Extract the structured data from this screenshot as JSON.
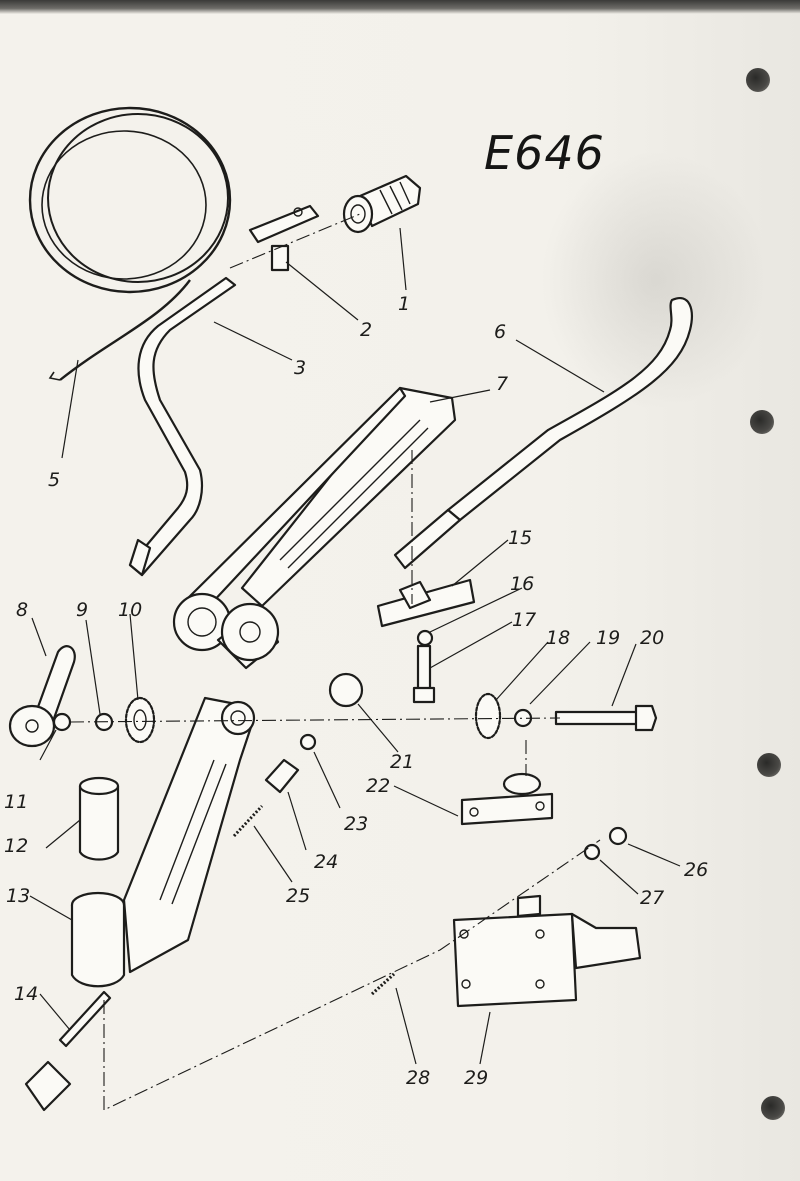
{
  "drawing_code": "E646",
  "callouts": [
    {
      "id": "1",
      "label": "1"
    },
    {
      "id": "2",
      "label": "2"
    },
    {
      "id": "3",
      "label": "3"
    },
    {
      "id": "5",
      "label": "5"
    },
    {
      "id": "6",
      "label": "6"
    },
    {
      "id": "7",
      "label": "7"
    },
    {
      "id": "8",
      "label": "8"
    },
    {
      "id": "9",
      "label": "9"
    },
    {
      "id": "10",
      "label": "10"
    },
    {
      "id": "11",
      "label": "11"
    },
    {
      "id": "12",
      "label": "12"
    },
    {
      "id": "13",
      "label": "13"
    },
    {
      "id": "14",
      "label": "14"
    },
    {
      "id": "15",
      "label": "15"
    },
    {
      "id": "16",
      "label": "16"
    },
    {
      "id": "17",
      "label": "17"
    },
    {
      "id": "18",
      "label": "18"
    },
    {
      "id": "19",
      "label": "19"
    },
    {
      "id": "20",
      "label": "20"
    },
    {
      "id": "21",
      "label": "21"
    },
    {
      "id": "22",
      "label": "22"
    },
    {
      "id": "23",
      "label": "23"
    },
    {
      "id": "24",
      "label": "24"
    },
    {
      "id": "25",
      "label": "25"
    },
    {
      "id": "26",
      "label": "26"
    },
    {
      "id": "27",
      "label": "27"
    },
    {
      "id": "28",
      "label": "28"
    },
    {
      "id": "29",
      "label": "29"
    }
  ],
  "colors": {
    "ink": "#1d1d1b",
    "paper": "#f3f1eb",
    "holes": "#2a2a28"
  }
}
